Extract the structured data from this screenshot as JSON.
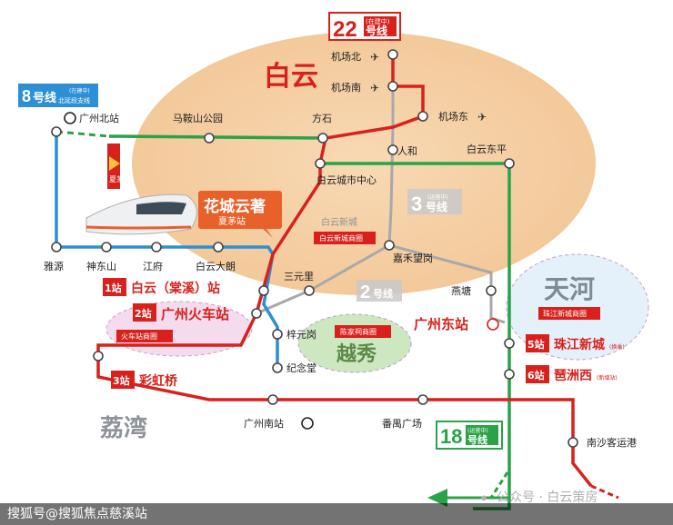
{
  "districts": {
    "baiyun": "白云",
    "tianhe": "天河",
    "yuexiu": "越秀",
    "liwan": "荔湾"
  },
  "lines": {
    "l22": {
      "num": "22",
      "suffix": "号线",
      "tag": "(在建中)",
      "color": "#d8211c"
    },
    "l8": {
      "num": "8",
      "suffix": "号线",
      "tag": "(在建中)",
      "sub": "北延段支线",
      "color": "#2d8fd5"
    },
    "l3": {
      "num": "3",
      "suffix": "号线",
      "tag": "(运营中)",
      "color": "#9a9a9a"
    },
    "l2": {
      "num": "2",
      "suffix": "号线",
      "color": "#9a9a9a"
    },
    "l18": {
      "num": "18",
      "suffix": "号线",
      "tag": "(运营中)",
      "color": "#2aa348"
    }
  },
  "stations": {
    "airport_north": "机场北",
    "airport_south": "机场南",
    "airport_east": "机场东",
    "guangzhou_north": "广州北站",
    "maanshan": "马鞍山公园",
    "fangshi": "方石",
    "renhe": "人和",
    "baiyun_dongping": "白云东平",
    "baiyun_center": "白云城市中心",
    "yayuan": "雅源",
    "shendongshan": "神东山",
    "jiangfu": "江府",
    "baiyun_dalang": "白云大朗",
    "jiahe": "嘉禾望岗",
    "sanyuanli": "三元里",
    "yantang": "燕塘",
    "zidian": "梓元岗",
    "jinian": "纪念堂",
    "guangzhou_east": "广州东站",
    "guangzhou_south": "广州南站",
    "panyu": "番禺广场",
    "nansha": "南沙客运港"
  },
  "numbered": {
    "s1": {
      "num": "1站",
      "label": "白云（棠溪）站"
    },
    "s2": {
      "num": "2站",
      "label": "广州火车站"
    },
    "s3": {
      "num": "3站",
      "label": "彩虹桥"
    },
    "s5": {
      "num": "5站",
      "label": "珠江新城",
      "note": "(换乘)"
    },
    "s6": {
      "num": "6站",
      "label": "琶洲西",
      "note": "(新增站)"
    }
  },
  "tags": {
    "baiyun_new": "白云新城商圈",
    "baiyun_new_logo": "白云新城",
    "station_circle": "火车站商圈",
    "chenjiaci": "陈家祠商圈",
    "zhujiang": "珠江新城商圈"
  },
  "project": {
    "name": "花城云著",
    "sub": "夏茅站"
  },
  "xiamao_label": "夏茅",
  "watermark": "公众号 · 白云策房",
  "footer": "搜狐号@搜狐焦点慈溪站"
}
